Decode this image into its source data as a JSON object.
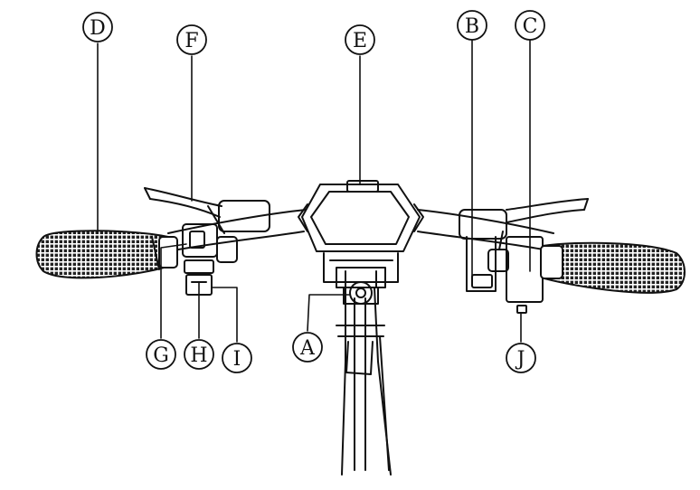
{
  "diagram": {
    "labels": {
      "A": "A",
      "B": "B",
      "C": "C",
      "D": "D",
      "E": "E",
      "F": "F",
      "G": "G",
      "H": "H",
      "I": "I",
      "J": "J"
    }
  },
  "colors": {
    "ink": "#111111",
    "paper": "#ffffff",
    "grip_fill": "#2a2a2a"
  }
}
